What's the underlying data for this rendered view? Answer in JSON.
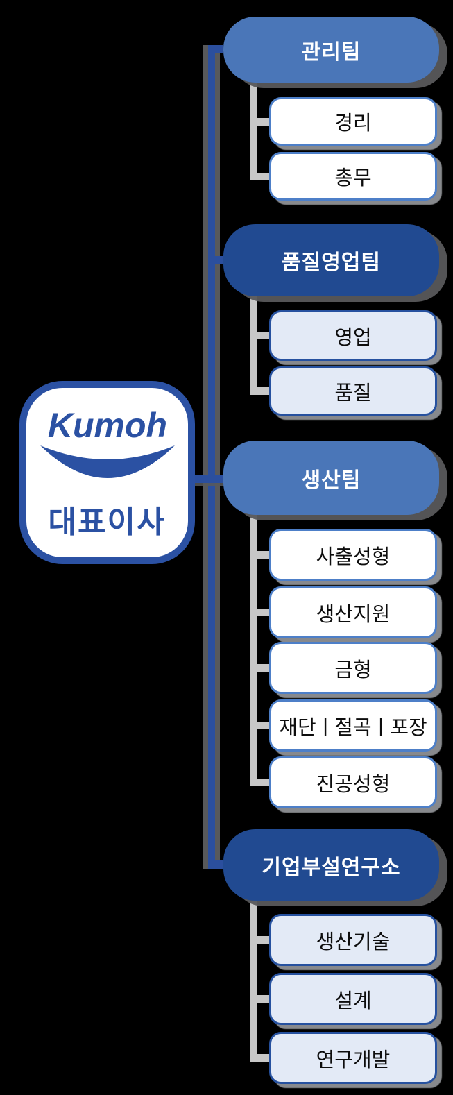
{
  "chart": {
    "type": "org-chart",
    "root": {
      "logo": "Kumoh",
      "label": "대표이사"
    },
    "teams": [
      {
        "label": "관리팀",
        "variant": "medium-blue",
        "children": [
          {
            "label": "경리"
          },
          {
            "label": "총무"
          }
        ]
      },
      {
        "label": "품질영업팀",
        "variant": "dark-blue",
        "children": [
          {
            "label": "영업"
          },
          {
            "label": "품질"
          }
        ]
      },
      {
        "label": "생산팀",
        "variant": "medium-blue",
        "children": [
          {
            "label": "사출성형"
          },
          {
            "label": "생산지원"
          },
          {
            "label": "금형"
          },
          {
            "label": "재단ㅣ절곡ㅣ포장"
          },
          {
            "label": "진공성형"
          }
        ]
      },
      {
        "label": "기업부설연구소",
        "variant": "dark-blue",
        "children": [
          {
            "label": "생산기술"
          },
          {
            "label": "설계"
          },
          {
            "label": "연구개발"
          }
        ]
      }
    ]
  },
  "colors": {
    "background": "#000000",
    "team_medium_blue": "#4a76b8",
    "team_dark_blue": "#214a91",
    "child_white_bg": "#ffffff",
    "child_white_border": "#4d7fc8",
    "child_light_bg": "#e3eaf6",
    "child_light_border": "#26519f",
    "connector_blue": "#2b4f9e",
    "connector_gray": "#c7c7c7",
    "shadow_gray": "#58595b",
    "logo_blue": "#2b51a3"
  }
}
